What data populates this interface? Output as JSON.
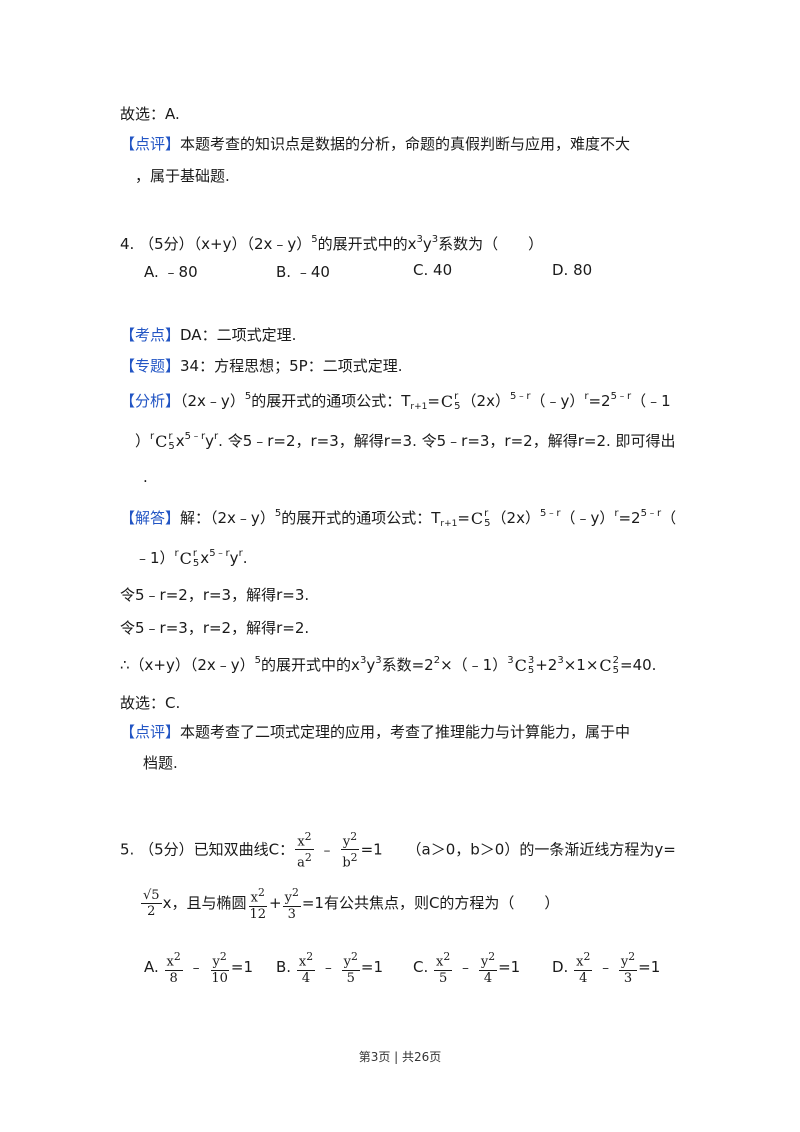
{
  "q3_end": {
    "answer": "故选：A.",
    "comment_tag": "【点评】",
    "comment_l1": "本题考查的知识点是数据的分析，命题的真假判断与应用，难度不大",
    "comment_l2": "，属于基础题."
  },
  "q4": {
    "stem_a": "4. （5分）（x+y）（2x﹣y）",
    "stem_b": "的展开式中的x",
    "stem_c": "y",
    "stem_d": "系数为（　　）",
    "sup5": "5",
    "sup3": "3",
    "options": [
      {
        "label": "A.",
        "text": "﹣80"
      },
      {
        "label": "B.",
        "text": "﹣40"
      },
      {
        "label": "C.",
        "text": "40"
      },
      {
        "label": "D.",
        "text": "80"
      }
    ],
    "kaodian_tag": "【考点】",
    "kaodian": "DA：二项式定理.",
    "zhuanti_tag": "【专题】",
    "zhuanti": "34：方程思想；5P：二项式定理.",
    "fenxi_tag": "【分析】",
    "fenxi_a": "（2x﹣y）",
    "fenxi_b": "的展开式的通项公式：T",
    "sub_r1": "r+1",
    "eq": "=",
    "binom_r": "r",
    "binom_n": "5",
    "two_x": "（2x）",
    "exp_5r": "5﹣r",
    "neg_y": "（﹣y）",
    "sup_r": "r",
    "eq2": "=2",
    "neg1_open": "（﹣1",
    "neg1_close": "）",
    "fenxi_l2_tail": "x",
    "fenxi_l2_y": "y",
    "fenxi_l2_rest": ". 令5﹣r=2，r=3，解得r=3. 令5﹣r=3，r=2，解得r=2. 即可得出",
    "dot": ".",
    "jieda_tag": "【解答】",
    "jieda_a": "解：（2x﹣y）",
    "jieda_b": "的展开式的通项公式：T",
    "jieda_open2": "（",
    "jieda_l2a": "﹣1）",
    "jieda_end": ".",
    "step1": "令5﹣r=2，r=3，解得r=3.",
    "step2": "令5﹣r=3，r=2，解得r=2.",
    "conc_a": "∴（x+y）（2x﹣y）",
    "conc_b": "的展开式中的x",
    "conc_c": "系数=2",
    "sup2": "2",
    "conc_d": "×（﹣1）",
    "binom3": "3",
    "plus": "+2",
    "times1": "×1×",
    "binom2": "2",
    "result": "=40.",
    "answer": "故选：C.",
    "comment_tag": "【点评】",
    "comment_l1": "本题考查了二项式定理的应用，考查了推理能力与计算能力，属于中",
    "comment_l2": "档题."
  },
  "q5": {
    "stem_a": "5. （5分）已知双曲线C：",
    "x2": "x",
    "y2": "y",
    "a2": "a",
    "b2": "b",
    "sq": "2",
    "minus": "﹣",
    "eq1": "=1",
    "cond": "（a＞0，b＞0）的一条渐近线方程为y=",
    "root": "√5",
    "two": "2",
    "xvar": "x",
    "stem_b": "，且与椭圆",
    "d12": "12",
    "d3": "3",
    "plus": "+",
    "stem_c": "=1有公共焦点，则C的方程为（　　）",
    "options": [
      {
        "label": "A.",
        "d1": "8",
        "d2": "10"
      },
      {
        "label": "B.",
        "d1": "4",
        "d2": "5"
      },
      {
        "label": "C.",
        "d1": "5",
        "d2": "4"
      },
      {
        "label": "D.",
        "d1": "4",
        "d2": "3"
      }
    ]
  },
  "footer": "第3页 | 共26页"
}
